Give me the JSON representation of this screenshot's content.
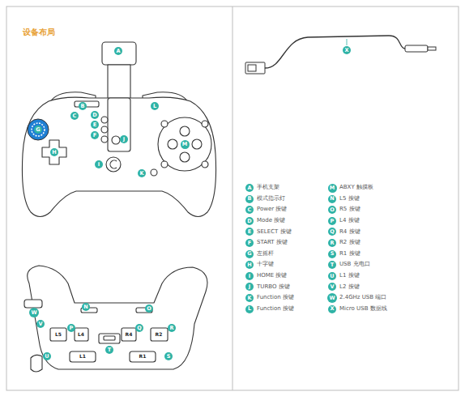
{
  "diagram": {
    "title": "设备布局",
    "nodes": [
      {
        "text": [
          "A"
        ]
      },
      {
        "text": [
          "B"
        ]
      },
      {
        "text": [
          "C"
        ]
      },
      {
        "text": [
          "D"
        ]
      },
      {
        "text": [
          "E"
        ]
      },
      {
        "text": [
          "F"
        ]
      },
      {
        "text": [
          "G"
        ]
      },
      {
        "text": [
          "H"
        ]
      },
      {
        "text": [
          "I"
        ]
      },
      {
        "text": [
          "J"
        ]
      },
      {
        "text": [
          "K"
        ]
      },
      {
        "text": [
          "L"
        ]
      },
      {
        "text": [
          "M"
        ]
      },
      {
        "text": [
          "N"
        ]
      },
      {
        "text": [
          "O"
        ]
      },
      {
        "text": [
          "W"
        ]
      },
      {
        "text": [
          "V"
        ]
      },
      {
        "text": [
          "P"
        ]
      },
      {
        "text": [
          "Q"
        ]
      },
      {
        "text": [
          "R"
        ]
      },
      {
        "text": [
          "T"
        ]
      },
      {
        "text": [
          "U"
        ]
      },
      {
        "text": [
          "S"
        ]
      },
      {
        "text": [
          "X"
        ]
      },
      {
        "text": [
          "A"
        ]
      },
      {
        "text": [
          "B"
        ]
      },
      {
        "text": [
          "C"
        ]
      },
      {
        "text": [
          "D"
        ]
      },
      {
        "text": [
          "E"
        ]
      },
      {
        "text": [
          "F"
        ]
      },
      {
        "text": [
          "G"
        ]
      },
      {
        "text": [
          "H"
        ]
      },
      {
        "text": [
          "I"
        ]
      },
      {
        "text": [
          "J"
        ]
      },
      {
        "text": [
          "K"
        ]
      },
      {
        "text": [
          "L"
        ]
      },
      {
        "text": [
          "M"
        ]
      },
      {
        "text": [
          "N"
        ]
      },
      {
        "text": [
          "O"
        ]
      },
      {
        "text": [
          "P"
        ]
      },
      {
        "text": [
          "Q"
        ]
      },
      {
        "text": [
          "R"
        ]
      },
      {
        "text": [
          "S"
        ]
      },
      {
        "text": [
          "T"
        ]
      },
      {
        "text": [
          "U"
        ]
      },
      {
        "text": [
          "V"
        ]
      },
      {
        "text": [
          "W"
        ]
      },
      {
        "text": [
          "X"
        ]
      }
    ],
    "labels": [
      "L5",
      "L4",
      "R4",
      "R2",
      "R1",
      "L1",
      "手机支架",
      "模式指示灯",
      "Power 按键",
      "Mode 按键",
      "SELECT 按键",
      "START 按键",
      "左摇杆",
      "十字键",
      "HOME 按键",
      "TURBO 按键",
      "Function 按键",
      "Function 按键",
      "ABXY 触摸板",
      "L5 按键",
      "R5 按键",
      "L4 按键",
      "R4 按键",
      "R2 按键",
      "R1 按键",
      "USB 充电口",
      "L1 按键",
      "L2 按键",
      "2.4GHz USB 端口",
      "Micro USB 数据线"
    ]
  }
}
